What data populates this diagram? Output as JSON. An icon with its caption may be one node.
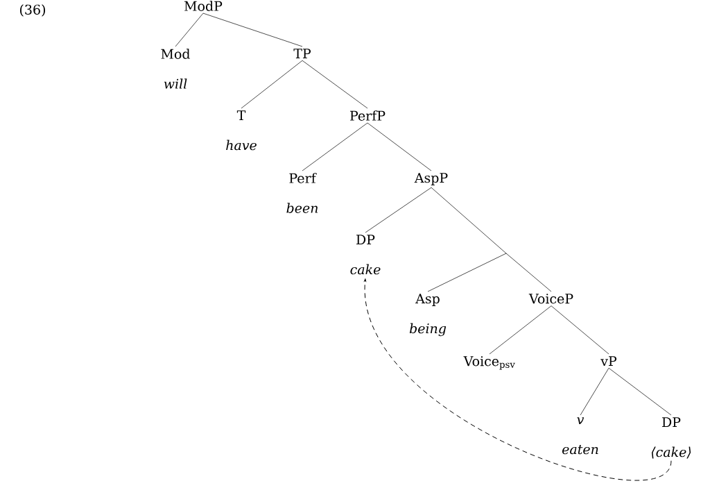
{
  "diagram": {
    "nodes": [
      {
        "text": [
          "ModP"
        ]
      },
      {
        "text": [
          "Mod",
          "will"
        ]
      },
      {
        "text": [
          "TP"
        ]
      },
      {
        "text": [
          "T",
          "have"
        ]
      },
      {
        "text": [
          "PerfP"
        ]
      },
      {
        "text": [
          "Perf",
          "been"
        ]
      },
      {
        "text": [
          "AspP"
        ]
      },
      {
        "text": [
          "DP",
          "cake"
        ]
      },
      {
        "text": [],
        "shape": "point"
      },
      {
        "text": [
          "Asp",
          "being"
        ]
      },
      {
        "text": [
          "VoiceP"
        ]
      },
      {
        "text": [
          "Voice$_{psv}$"
        ]
      },
      {
        "text": [
          "vP"
        ]
      },
      {
        "text": [
          "*v*",
          "eaten"
        ]
      },
      {
        "text": [
          "DP",
          "⟨cake⟩"
        ]
      }
    ],
    "edges": [
      {
        "from": 0,
        "to": 1,
        "arrow": "none"
      },
      {
        "from": 0,
        "to": 2,
        "arrow": "none"
      },
      {
        "from": 2,
        "to": 3,
        "arrow": "none"
      },
      {
        "from": 2,
        "to": 4,
        "arrow": "none"
      },
      {
        "from": 4,
        "to": 5,
        "arrow": "none"
      },
      {
        "from": 4,
        "to": 6,
        "arrow": "none"
      },
      {
        "from": 6,
        "to": 7,
        "arrow": "none"
      },
      {
        "from": 6,
        "to": 8,
        "arrow": "none"
      },
      {
        "from": 8,
        "to": 9,
        "arrow": "none"
      },
      {
        "from": 8,
        "to": 10,
        "arrow": "none"
      },
      {
        "from": 10,
        "to": 11,
        "arrow": "none"
      },
      {
        "from": 10,
        "to": 12,
        "arrow": "none"
      },
      {
        "from": 12,
        "to": 13,
        "arrow": "none"
      },
      {
        "from": 12,
        "to": 14,
        "arrow": "none"
      },
      {
        "from": 14,
        "to": 7,
        "arrow": "to",
        "style": "dashed"
      }
    ],
    "labels": [
      "(36)"
    ]
  }
}
